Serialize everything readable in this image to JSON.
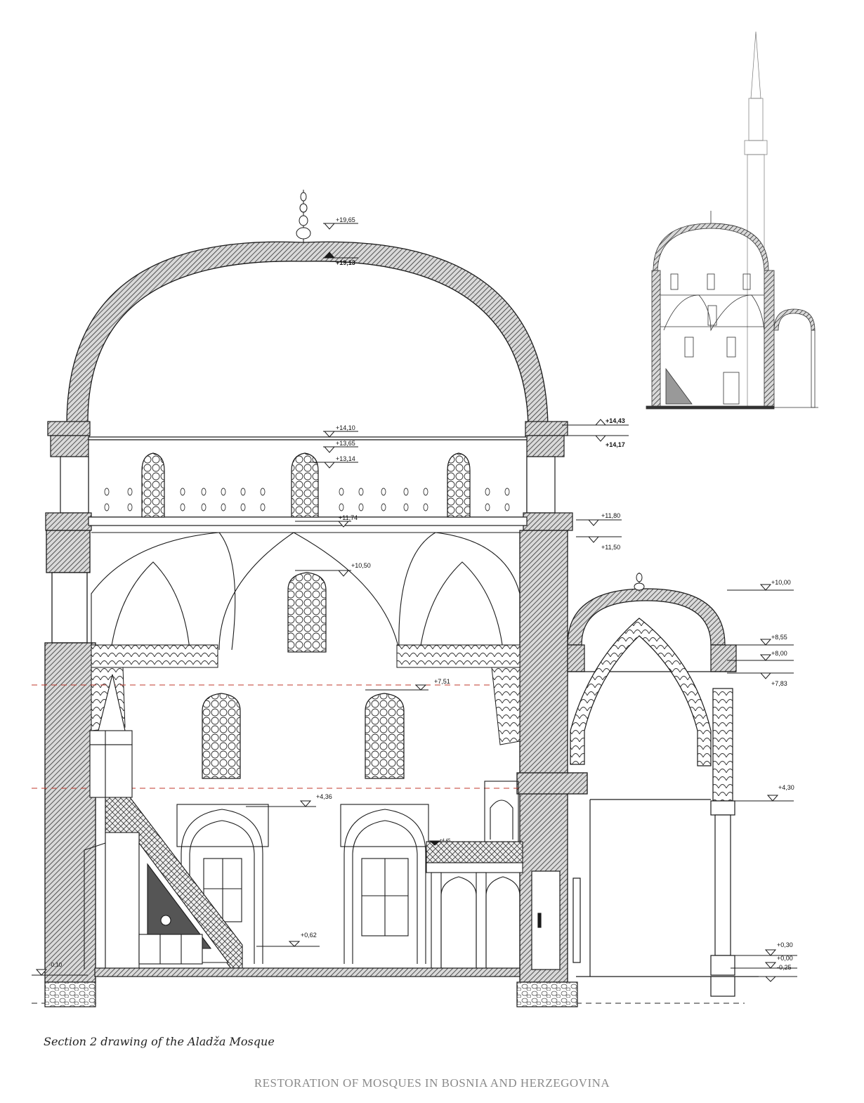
{
  "caption": "Section 2 drawing of the Aladža Mosque",
  "book_title": "RESTORATION OF MOSQUES IN BOSNIA AND HERZEGOVINA",
  "colors": {
    "ink": "#1a1a1a",
    "hatch": "#555555",
    "dash_red": "#c0392b",
    "caption_grey": "#8a8a8a"
  },
  "levels": {
    "top": "+19,65",
    "dome_inner": "+19,13",
    "drum_top": "+14,43",
    "drum_base": "+14,17",
    "cornice_a": "+14,10",
    "cornice_b": "+13,65",
    "cornice_c": "+13,14",
    "arch_spring": "+11,74",
    "wall_top": "+11,80",
    "wall_step": "+11,50",
    "window_top": "+10,50",
    "porch_top": "+10,00",
    "porch_dome": "+8,55",
    "porch_eave": "+8,00",
    "porch_base": "+7,83",
    "window_mid": "+7,51",
    "minbar": "+4,36",
    "column_cap": "+4,30",
    "gallery": "+4,45",
    "floor_a": "+0,62",
    "porch_floor": "+0,30",
    "ground": "+0,00",
    "outer": "-0,25",
    "left_floor": "-0,10"
  }
}
